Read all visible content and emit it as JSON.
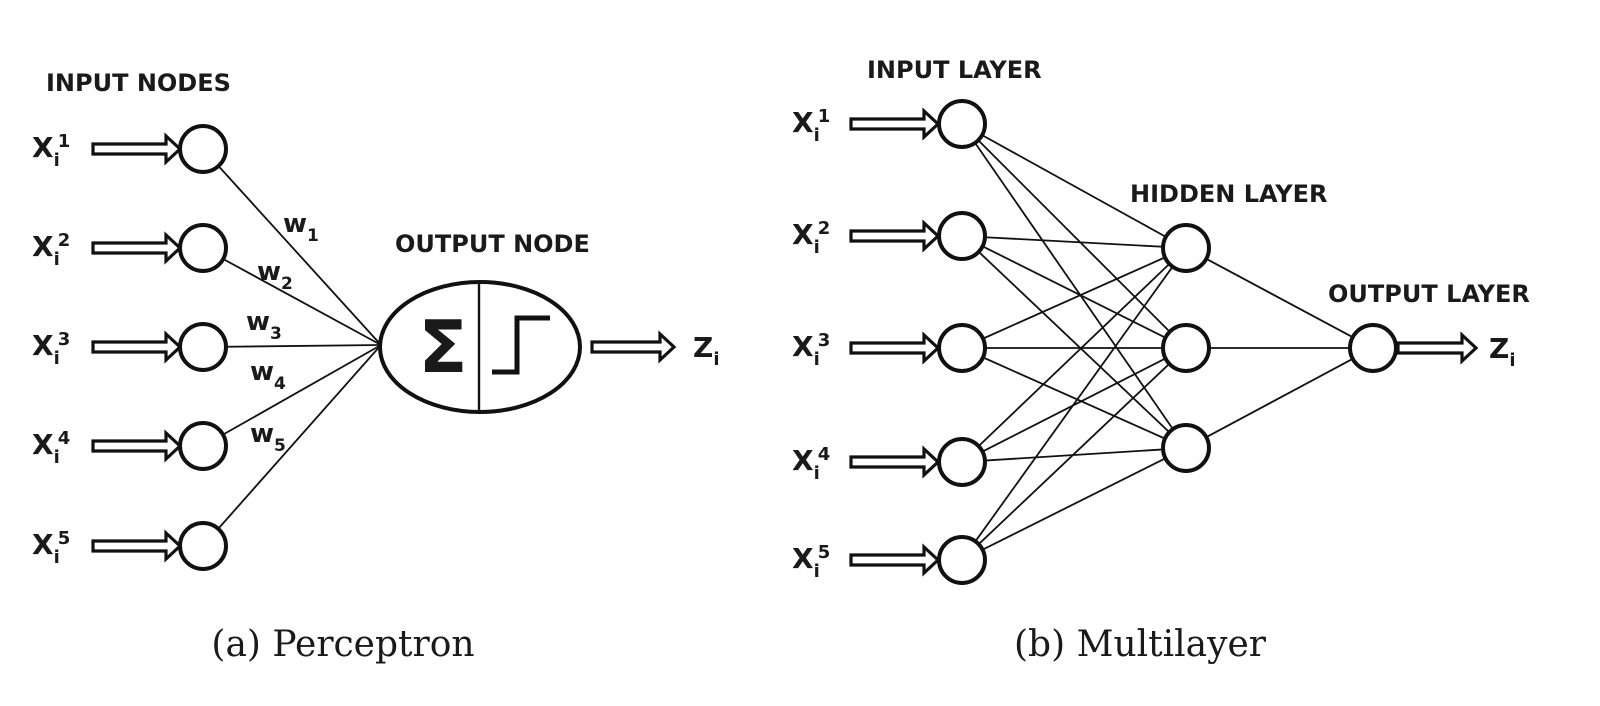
{
  "perceptron": {
    "input_title": "INPUT NODES",
    "output_title": "OUTPUT NODE",
    "inputs": [
      {
        "base": "X",
        "sub": "i",
        "sup": "1"
      },
      {
        "base": "X",
        "sub": "i",
        "sup": "2"
      },
      {
        "base": "X",
        "sub": "i",
        "sup": "3"
      },
      {
        "base": "X",
        "sub": "i",
        "sup": "4"
      },
      {
        "base": "X",
        "sub": "i",
        "sup": "5"
      }
    ],
    "weights": [
      {
        "base": "w",
        "sub": "1"
      },
      {
        "base": "w",
        "sub": "2"
      },
      {
        "base": "w",
        "sub": "3"
      },
      {
        "base": "w",
        "sub": "4"
      },
      {
        "base": "w",
        "sub": "5"
      }
    ],
    "sum_symbol": "Σ",
    "activation": "step-function",
    "output": {
      "base": "Z",
      "sub": "i"
    },
    "caption": "(a) Perceptron"
  },
  "multilayer": {
    "input_title": "INPUT LAYER",
    "hidden_title": "HIDDEN LAYER",
    "output_title": "OUTPUT LAYER",
    "inputs": [
      {
        "base": "X",
        "sub": "i",
        "sup": "1"
      },
      {
        "base": "X",
        "sub": "i",
        "sup": "2"
      },
      {
        "base": "X",
        "sub": "i",
        "sup": "3"
      },
      {
        "base": "X",
        "sub": "i",
        "sup": "4"
      },
      {
        "base": "X",
        "sub": "i",
        "sup": "5"
      }
    ],
    "layer_sizes": [
      5,
      3,
      1
    ],
    "output": {
      "base": "Z",
      "sub": "i"
    },
    "caption": "(b) Multilayer"
  }
}
